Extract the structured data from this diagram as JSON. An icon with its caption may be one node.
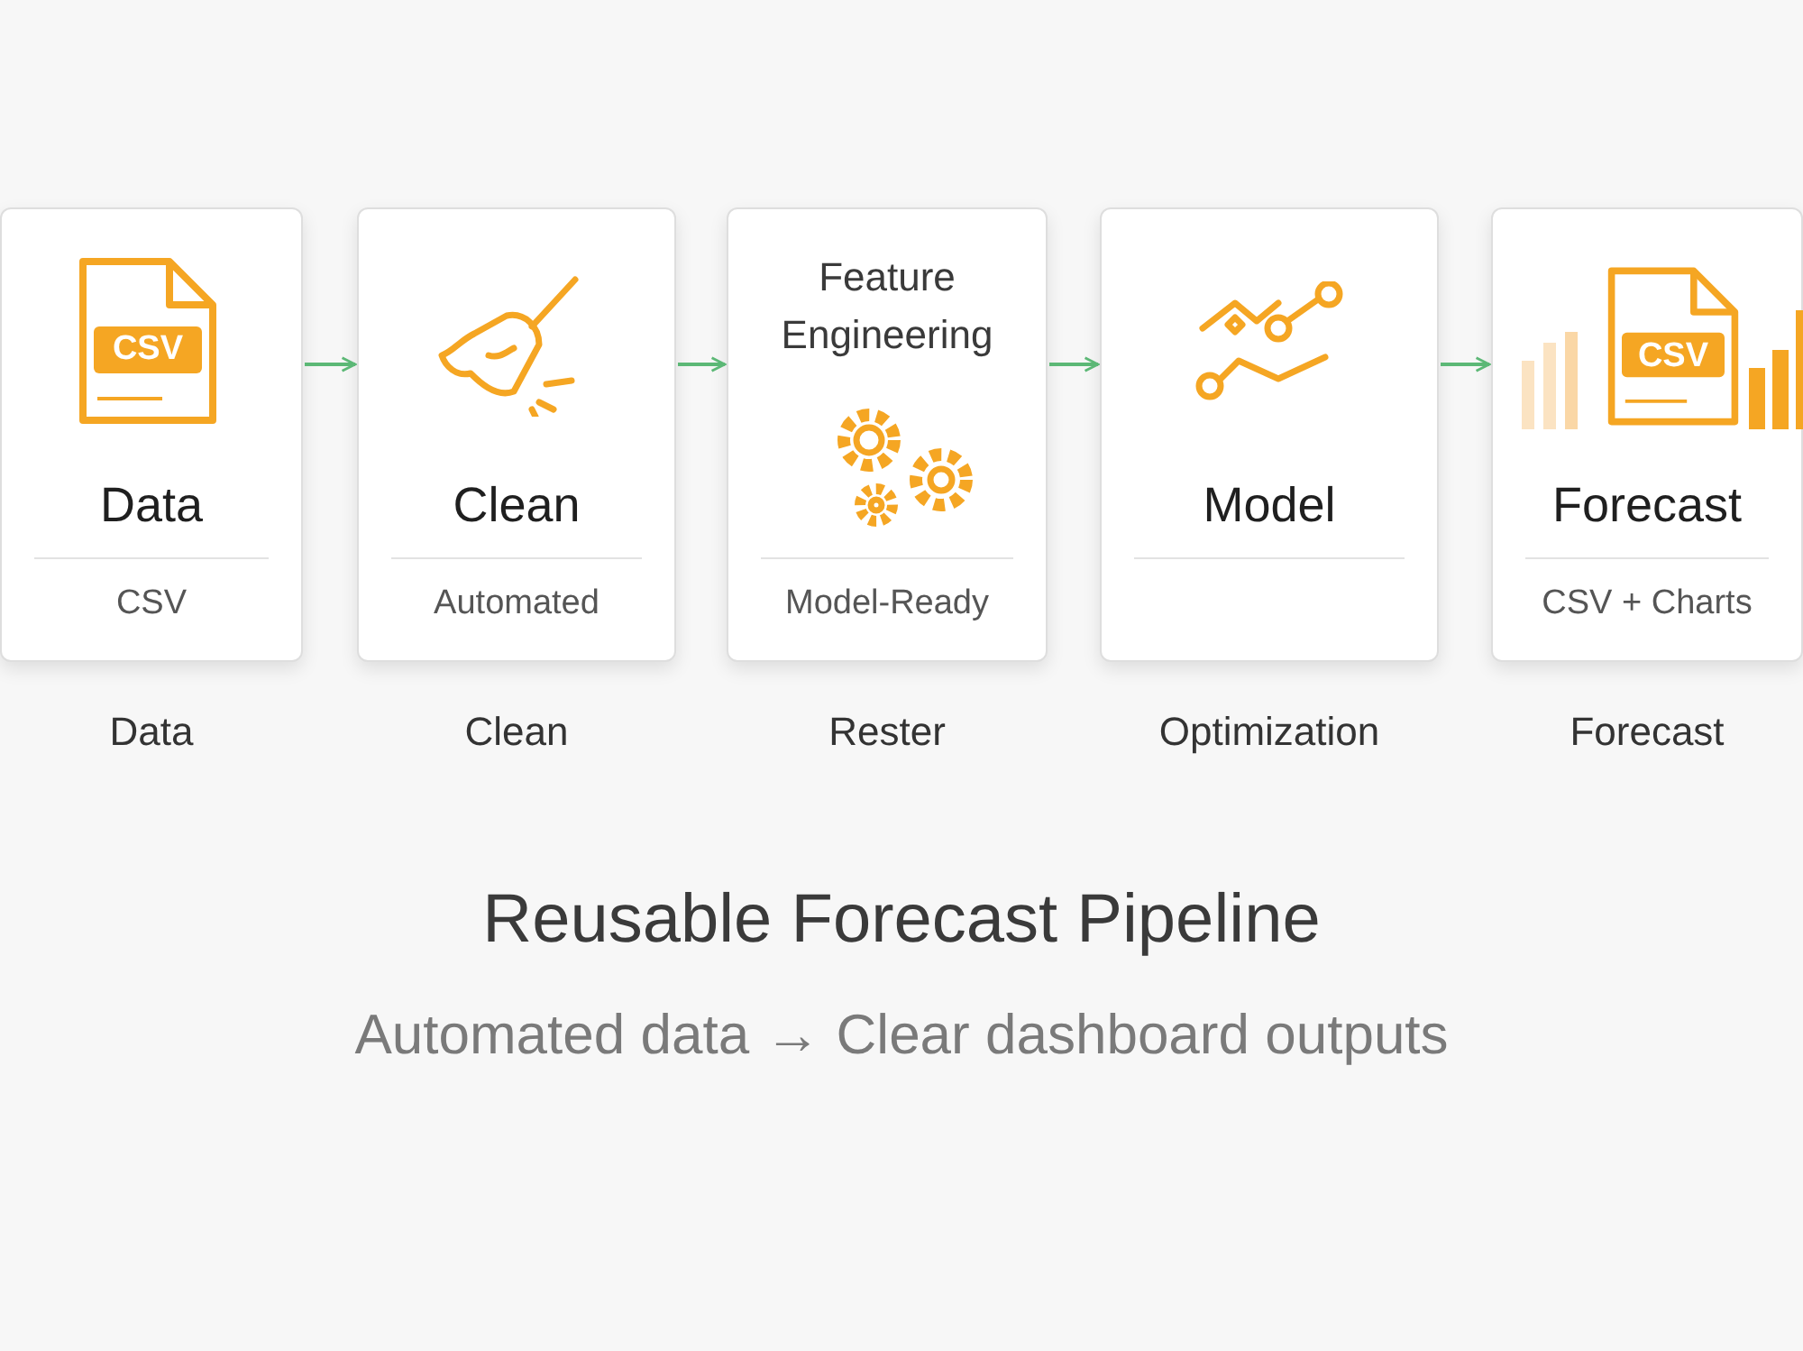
{
  "diagram": {
    "title": "Reusable Forecast Pipeline",
    "caption": "Automated data → Clear dashboard outputs",
    "nodes": [
      {
        "text": [
          "Data",
          "CSV"
        ],
        "beside": [
          "Data"
        ]
      },
      {
        "text": [
          "Clean",
          "Automated"
        ],
        "beside": [
          "Clean"
        ]
      },
      {
        "text": [
          "Feature Engineering",
          "Model-Ready"
        ],
        "beside": [
          "Rester"
        ]
      },
      {
        "text": [
          "Model"
        ],
        "beside": [
          "Optimization"
        ]
      },
      {
        "text": [
          "Forecast",
          "CSV + Charts"
        ],
        "beside": [
          "Forecast"
        ]
      }
    ],
    "edges": [
      {
        "from": 0,
        "to": 1,
        "arrow": "to"
      },
      {
        "from": 1,
        "to": 2,
        "arrow": "to"
      },
      {
        "from": 2,
        "to": 3,
        "arrow": "to"
      },
      {
        "from": 3,
        "to": 4,
        "arrow": "to"
      }
    ],
    "labels": [
      "CSV",
      "CSV"
    ]
  }
}
